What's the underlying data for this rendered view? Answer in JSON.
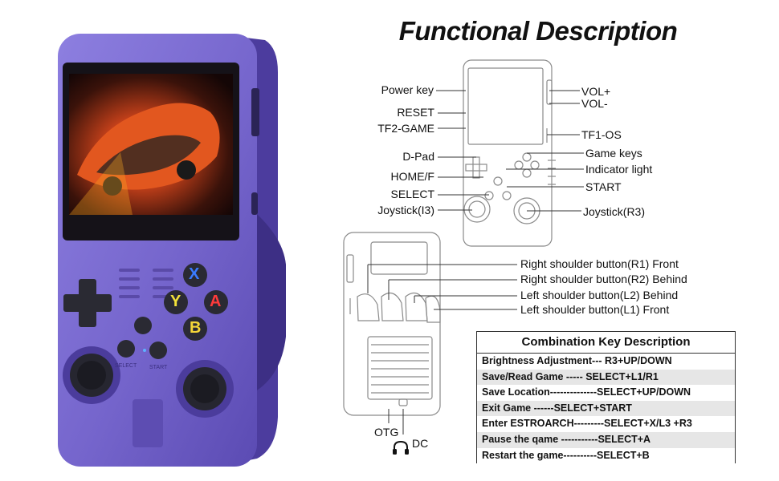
{
  "title": "Functional Description",
  "console": {
    "buttons": {
      "x": "X",
      "y": "Y",
      "a": "A",
      "b": "B"
    },
    "select_print": "SELECT",
    "start_print": "START",
    "colors": {
      "shell": "#7f6fd1",
      "shell_dark": "#4f3ea6",
      "button_dark": "#2a2a33",
      "x": "#3a7cff",
      "y": "#f2e23a",
      "a": "#ff3b3b",
      "b": "#f5d638"
    }
  },
  "front_labels": {
    "power_key": "Power key",
    "reset": "RESET",
    "tf2_game": "TF2-GAME",
    "d_pad": "D-Pad",
    "home_f": "HOME/F",
    "select": "SELECT",
    "joystick_l3": "Joystick(I3)",
    "vol_plus": "VOL+",
    "vol_minus": "VOL-",
    "tf1_os": "TF1-OS",
    "game_keys": "Game keys",
    "indicator_light": "Indicator light",
    "start": "START",
    "joystick_r3": "Joystick(R3)"
  },
  "back_labels": {
    "r1": "Right shoulder button(R1) Front",
    "r2": "Right shoulder button(R2) Behind",
    "l2": "Left shoulder button(L2) Behind",
    "l1": "Left shoulder button(L1) Front",
    "otg": "OTG",
    "dc": "DC"
  },
  "combo_table": {
    "header": "Combination Key Description",
    "rows": [
      "Brightness Adjustment--- R3+UP/DOWN",
      "Save/Read Game ----- SELECT+L1/R1",
      "Save Location--------------SELECT+UP/DOWN",
      "Exit Game ------SELECT+START",
      "Enter ESTROARCH---------SELECT+X/L3 +R3",
      "Pause the qame -----------SELECT+A",
      "Restart the game----------SELECT+B"
    ]
  }
}
